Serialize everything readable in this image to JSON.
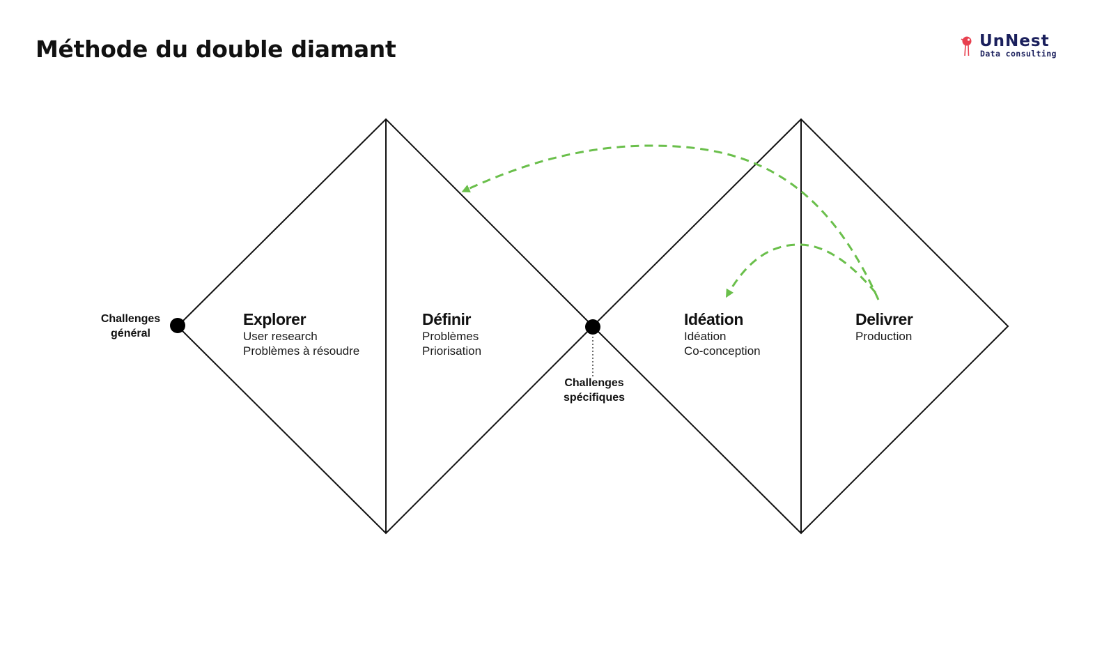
{
  "header": {
    "title": "Méthode du double diamant"
  },
  "logo": {
    "name": "UnNest",
    "tagline": "Data consulting",
    "icon": "balloon-person-icon",
    "name_color": "#1a1f5c",
    "icon_color": "#e8404f"
  },
  "diagram": {
    "line_color": "#111111",
    "arrow_color": "#6abf4b",
    "start_point": {
      "line1": "Challenges",
      "line2": "général"
    },
    "mid_point": {
      "line1": "Challenges",
      "line2": "spécifiques"
    },
    "phases": [
      {
        "title": "Explorer",
        "lines": [
          "User research",
          "Problèmes à résoudre"
        ]
      },
      {
        "title": "Définir",
        "lines": [
          "Problèmes",
          "Priorisation"
        ]
      },
      {
        "title": "Idéation",
        "lines": [
          "Idéation",
          "Co-conception"
        ]
      },
      {
        "title": "Delivrer",
        "lines": [
          "Production"
        ]
      }
    ]
  }
}
